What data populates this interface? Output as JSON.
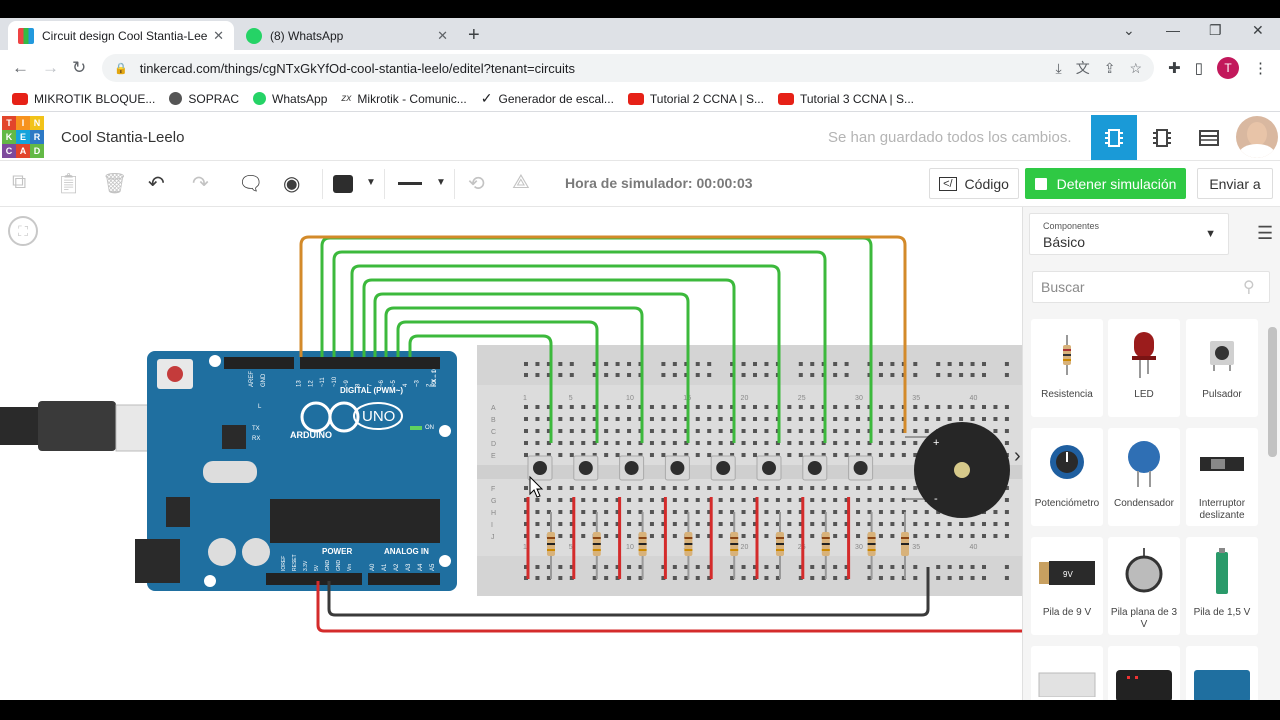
{
  "browser": {
    "tabs": [
      {
        "title": "Circuit design Cool Stantia-Leelo",
        "active": true
      },
      {
        "title": "(8) WhatsApp",
        "active": false
      }
    ],
    "url": "tinkercad.com/things/cgNTxGkYfOd-cool-stantia-leelo/editel?tenant=circuits",
    "profile_initial": "T",
    "bookmarks": [
      {
        "label": "MIKROTIK BLOQUE...",
        "icon": "youtube-icon"
      },
      {
        "label": "SOPRAC",
        "icon": "globe-icon"
      },
      {
        "label": "WhatsApp",
        "icon": "whatsapp-icon"
      },
      {
        "label": "Mikrotik - Comunic...",
        "icon": "zx-icon"
      },
      {
        "label": "Generador de escal...",
        "icon": "checkmark-icon"
      },
      {
        "label": "Tutorial 2 CCNA | S...",
        "icon": "youtube-icon"
      },
      {
        "label": "Tutorial 3 CCNA | S...",
        "icon": "youtube-icon"
      }
    ]
  },
  "app": {
    "logo_letters": [
      "TIN",
      "KER",
      "CAD"
    ],
    "project_title": "Cool Stantia-Leelo",
    "save_status": "Se han guardado todos los cambios."
  },
  "toolbar": {
    "sim_time": "Hora de simulador: 00:00:03",
    "code_label": "Código",
    "stop_label": "Detener simulación",
    "send_label": "Enviar a"
  },
  "panel": {
    "category_label": "Componentes",
    "category_value": "Básico",
    "search_placeholder": "Buscar",
    "components": [
      {
        "label": "Resistencia"
      },
      {
        "label": "LED"
      },
      {
        "label": "Pulsador"
      },
      {
        "label": "Potenciómetro"
      },
      {
        "label": "Condensador"
      },
      {
        "label": "Interruptor deslizante"
      },
      {
        "label": "Pila de 9 V"
      },
      {
        "label": "Pila plana de 3 V"
      },
      {
        "label": "Pila de 1,5 V"
      }
    ]
  },
  "circuit": {
    "arduino_labels": {
      "digital": "DIGITAL (PWM~)",
      "brand": "ARDUINO",
      "model": "UNO",
      "power": "POWER",
      "analog": "ANALOG IN",
      "on": "ON",
      "tx": "TX",
      "rx": "RX",
      "l": "L",
      "pin_labels": [
        "AREF",
        "GND",
        "13",
        "12",
        "~11",
        "~10",
        "~9",
        "8",
        "7",
        "~6",
        "~5",
        "4",
        "~3",
        "2",
        "TX→1",
        "RX←0"
      ],
      "power_pins": [
        "IOREF",
        "RESET",
        "3.3V",
        "5V",
        "GND",
        "GND",
        "Vin"
      ],
      "analog_pins": [
        "A0",
        "A1",
        "A2",
        "A3",
        "A4",
        "A5"
      ]
    },
    "breadboard_rows": [
      "A",
      "B",
      "C",
      "D",
      "E",
      "F",
      "G",
      "H",
      "I",
      "J"
    ],
    "breadboard_cols": [
      "1",
      "5",
      "10",
      "15",
      "20",
      "25",
      "30",
      "35",
      "40"
    ],
    "buzzer_plus": "+",
    "buzzer_minus": "-",
    "colors": {
      "green_wire": "#3cb93c",
      "orange_wire": "#d38a2a",
      "red_wire": "#d42b2b",
      "black_wire": "#3a3a3a",
      "arduino": "#1f6fa0"
    }
  }
}
